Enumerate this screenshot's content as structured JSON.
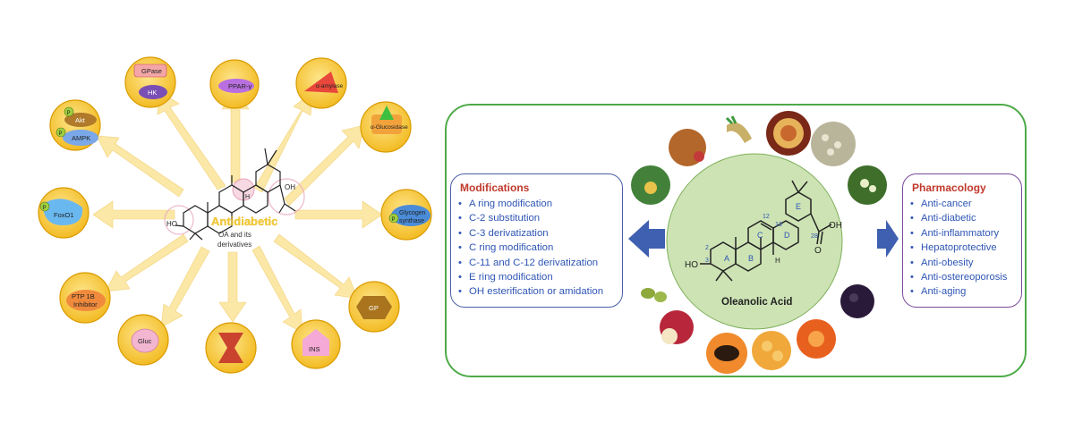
{
  "left_diagram": {
    "center_text": "Antidiabetic",
    "center_subtitle_line1": "OA and its",
    "center_subtitle_line2": "derivatives",
    "structure_labels": {
      "oh": "OH",
      "ho": "HO",
      "h": "H"
    },
    "targets": [
      {
        "id": "gpase-hk",
        "label1": "GPase",
        "label2": "HK"
      },
      {
        "id": "ppar",
        "label1": "PPAR-γ"
      },
      {
        "id": "amylase",
        "label1": "α-amylase"
      },
      {
        "id": "glucosidase",
        "label1": "α-Glucosidase"
      },
      {
        "id": "glycogen-synthase",
        "label1": "Glycogen",
        "label2": "synthase"
      },
      {
        "id": "gp",
        "label1": "GP"
      },
      {
        "id": "ins",
        "label1": "INS"
      },
      {
        "id": "glut",
        "label1": "Gluc"
      },
      {
        "id": "ptp1b",
        "label1": "PTP 1B",
        "label2": "Inhibitor"
      },
      {
        "id": "foxo1",
        "label1": "FoxO1"
      },
      {
        "id": "akt-ampk",
        "label1": "Akt",
        "label2": "AMPK"
      }
    ],
    "p_badge": "P"
  },
  "right_diagram": {
    "compound_name": "Oleanolic Acid",
    "ring_labels": [
      "A",
      "B",
      "C",
      "D",
      "E"
    ],
    "atom_numbers": {
      "c2": "2",
      "c3": "3",
      "c12": "12",
      "c13": "13",
      "c28": "28"
    },
    "structure_labels": {
      "oh": "OH",
      "ho": "HO",
      "o": "O",
      "h": "H"
    },
    "modifications": {
      "title": "Modifications",
      "items": [
        "A ring modification",
        "C-2 substitution",
        "C-3 derivatization",
        "C ring modification",
        "C-11 and C-12 derivatization",
        "E ring modification",
        "OH esterification or amidation"
      ]
    },
    "pharmacology": {
      "title": "Pharmacology",
      "items": [
        "Anti-cancer",
        "Anti-diabetic",
        "Anti-inflammatory",
        "Hepatoprotective",
        "Anti-obesity",
        "Anti-ostereoporosis",
        "Anti-aging"
      ]
    }
  },
  "colors": {
    "arrow_fill": "#fbe7a6",
    "badge_fill": "#f7c638",
    "badge_stroke": "#d99b00",
    "panel_border": "#4daa48",
    "circle_fill": "#cde3b4",
    "big_arrow": "#3f5fb0",
    "mod_text": "#2f56b4",
    "title_red": "#c0392b"
  }
}
